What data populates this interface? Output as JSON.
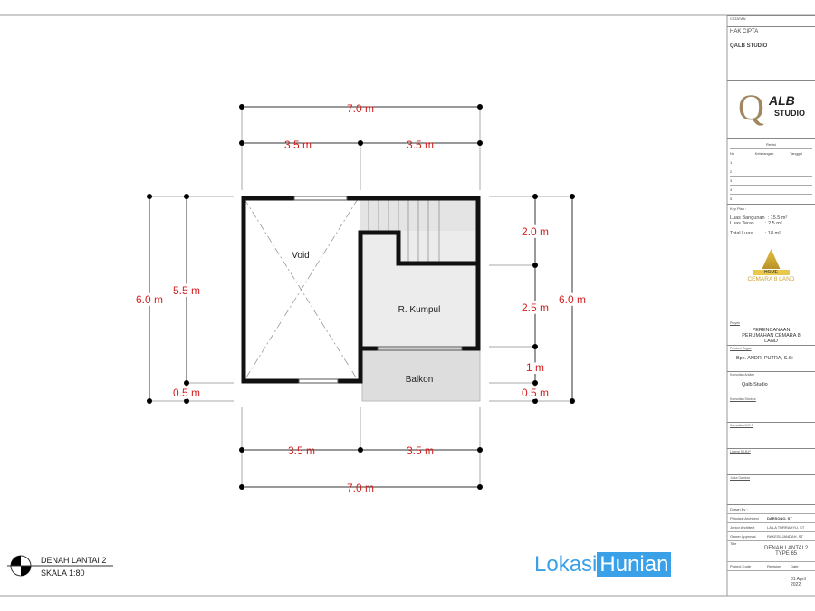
{
  "plan": {
    "dims": {
      "top_total": "7.0 m",
      "top_left": "3.5 m",
      "top_right": "3.5 m",
      "bottom_left": "3.5 m",
      "bottom_right": "3.5 m",
      "bottom_total": "7.0 m",
      "left_total": "6.0 m",
      "left_inner": "5.5 m",
      "left_small": "0.5 m",
      "right_a": "2.0 m",
      "right_b": "2.5 m",
      "right_c": "1 m",
      "right_d": "0.5 m",
      "right_total": "6.0 m"
    },
    "rooms": {
      "void": "Void",
      "kumpul": "R. Kumpul",
      "balkon": "Balkon"
    }
  },
  "legend": {
    "title": "DENAH LANTAI 2",
    "scale": "SKALA 1:80"
  },
  "titleblock": {
    "catatan": "CATATAN",
    "note_title": "HAK CIPTA",
    "qalb_label": "QALB STUDIO",
    "logo_text": "ALB",
    "logo_sub": "STUDIO",
    "revisi": "Revisi",
    "rev_cols": [
      "No",
      "Keterangan",
      "Tanggal"
    ],
    "rev_rows": [
      "1",
      "2",
      "3",
      "4",
      "5",
      "6"
    ],
    "keyplan": "Key Plan :",
    "luas_bangunan": "Luas Bangunan  : 15.5 m²",
    "luas_teras": "Luas Teras        : 2.5 m²",
    "total_luas": "Total Luas         : 18 m²",
    "home": "HOME",
    "cemara": "CEMARA 8 LAND",
    "proyek_lbl": "Proyek",
    "proyek": "PERENCANAAN PERUMAHAN CEMARA 8 LAND",
    "pemberi_lbl": "Pemberi Tugas",
    "pemberi": "Bpk. ANDRI PUTRA, S.Si",
    "konsultan_lbl": "Konsultan Arsitek",
    "konsultan": "Qalb Studio",
    "struktur_lbl": "Konsultan Struktur",
    "mep_lbl": "Konsultan M.E.P",
    "lisensi_lbl": "Lisensi S.I.B.P",
    "judul_lbl": "Judul Gambar",
    "drawn": "Drawn By :",
    "principal": "Principal Architect",
    "principal_v": "DARSONO, ST",
    "junior": "Junior Architect",
    "junior_v": "LAILA TURRAHYU, ST",
    "owner": "Owner Approval",
    "owner_v": "RAKESUJANDAH, ST",
    "title_lbl": "Title",
    "title": "DENAH LANTAI 2",
    "title2": "TYPE 65",
    "project_code": "Project Code",
    "revision": "Revision",
    "date_lbl": "Date",
    "date": "01 April 2022"
  },
  "watermark": {
    "a": "Lokasi",
    "b": "Hunian"
  }
}
